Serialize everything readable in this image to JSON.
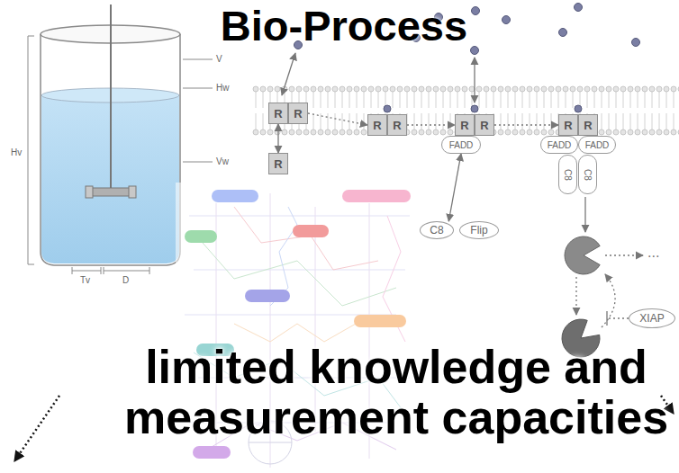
{
  "diagram": {
    "title": "Bio-Process",
    "nodes": [
      {
        "text": [
          "R"
        ]
      },
      {
        "text": [
          "R"
        ]
      },
      {
        "text": [
          "R"
        ]
      },
      {
        "text": [
          "R"
        ]
      },
      {
        "text": [
          "R"
        ]
      },
      {
        "text": [
          "R"
        ]
      },
      {
        "text": [
          "R"
        ]
      },
      {
        "text": [
          "FADD"
        ]
      },
      {
        "text": [
          "R"
        ]
      },
      {
        "text": [
          "R"
        ]
      },
      {
        "text": [
          "FADD"
        ]
      },
      {
        "text": [
          "FADD"
        ]
      },
      {
        "text": [
          "C8"
        ]
      },
      {
        "text": [
          "C8"
        ]
      },
      {
        "text": [
          "C8"
        ]
      },
      {
        "text": [
          "Flip"
        ]
      },
      {
        "text": [
          "XIAP"
        ]
      }
    ],
    "edges": [
      {
        "from": 2,
        "to": 0,
        "arrow": "both"
      },
      {
        "from": 1,
        "to": 3,
        "arrow": "to"
      },
      {
        "from": 4,
        "to": 5,
        "arrow": "to"
      },
      {
        "from": 6,
        "to": 8,
        "arrow": "to"
      },
      {
        "from": 7,
        "to": 14,
        "arrow": "both"
      }
    ],
    "labels": [
      "limited knowledge and measurement capacities",
      "V",
      "Hw",
      "Vw",
      "Hv",
      "Tv",
      "D",
      "..."
    ]
  }
}
